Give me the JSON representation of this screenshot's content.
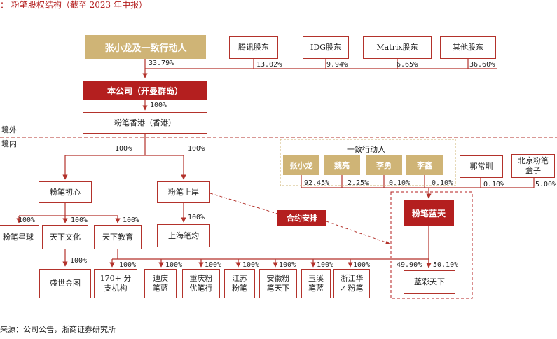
{
  "header": {
    "title": "：  粉笔股权结构（截至 2023 年中报）"
  },
  "region": {
    "overseas": "境外",
    "domestic": "境内"
  },
  "shareholders": {
    "founder": {
      "label": "张小龙及一致行动人",
      "pct": "33.79%"
    },
    "tencent": {
      "label": "腾讯股东",
      "pct": "13.02%"
    },
    "idg": {
      "label": "IDG股东",
      "pct": "9.94%"
    },
    "matrix": {
      "label": "Matrix股东",
      "pct": "6.65%"
    },
    "others": {
      "label": "其他股东",
      "pct": "36.60%"
    }
  },
  "company": {
    "label": "本公司（开曼群岛）",
    "pct_down": "100%"
  },
  "hk": {
    "label": "粉笔香港（香港）",
    "pct_left": "100%",
    "pct_right": "100%"
  },
  "concert": {
    "title": "一致行动人",
    "members": [
      {
        "label": "张小龙",
        "pct": "92.45%"
      },
      {
        "label": "魏亮",
        "pct": "2.25%"
      },
      {
        "label": "李勇",
        "pct": "0.10%"
      },
      {
        "label": "李鑫",
        "pct": "0.10%"
      }
    ]
  },
  "other_holders": [
    {
      "label": "郭常圳",
      "pct": "0.10%"
    },
    {
      "label": "北京粉笔盒子",
      "pct": "5.00%"
    }
  ],
  "chuxin": {
    "label": "粉笔初心"
  },
  "shangan": {
    "label": "粉笔上岸",
    "pct": "100%"
  },
  "shanghai": {
    "label": "上海笔灼"
  },
  "chuxin_subs": [
    {
      "label": "粉笔星球",
      "pct": "100%"
    },
    {
      "label": "天下文化",
      "pct": "100%"
    },
    {
      "label": "天下教育",
      "pct": "100%"
    }
  ],
  "shengshi": {
    "label": "盛世金图",
    "pct": "100%"
  },
  "edu_subs": [
    {
      "label": "170+ 分支机构",
      "pct": "100%"
    },
    {
      "label": "迪庆 笔蓝",
      "pct": "100%"
    },
    {
      "label": "重庆粉 优笔行",
      "pct": "100%"
    },
    {
      "label": "江苏 粉笔",
      "pct": "100%"
    },
    {
      "label": "安徽粉 笔天下",
      "pct": "100%"
    },
    {
      "label": "玉溪 笔蓝",
      "pct": "100%"
    },
    {
      "label": "浙江华 才粉笔",
      "pct": "100%"
    }
  ],
  "lantian": {
    "label": "粉笔蓝天"
  },
  "vie": {
    "label": "合约安排"
  },
  "lancai": {
    "label": "蓝彩天下",
    "pct_left": "49.90%",
    "pct_right": "50.10%"
  },
  "footer": {
    "source": "来源：公司公告，浙商证券研究所"
  },
  "colors": {
    "red": "#b41f1f",
    "gold": "#cfb476",
    "line": "#b3322b"
  }
}
